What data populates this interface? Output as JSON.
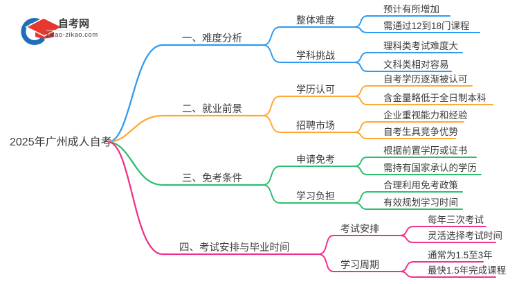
{
  "logo": {
    "title": "自考网",
    "domain": "zikao-zikao.com",
    "brand_blue": "#1d70b8",
    "brand_red": "#e5392f"
  },
  "root": {
    "label": "2025年广州成人自考"
  },
  "branches": [
    {
      "label": "一、难度分析",
      "color": "#2e9af0",
      "children": [
        {
          "label": "整体难度",
          "children": [
            {
              "label": "预计有所增加"
            },
            {
              "label": "需通过12到18门课程"
            }
          ]
        },
        {
          "label": "学科挑战",
          "children": [
            {
              "label": "理科类考试难度大"
            },
            {
              "label": "文科类相对容易"
            }
          ]
        }
      ]
    },
    {
      "label": "二、就业前景",
      "color": "#ffa832",
      "children": [
        {
          "label": "学历认可",
          "children": [
            {
              "label": "自考学历逐渐被认可"
            },
            {
              "label": "含金量略低于全日制本科"
            }
          ]
        },
        {
          "label": "招聘市场",
          "children": [
            {
              "label": "企业重视能力和经验"
            },
            {
              "label": "自考生具竞争优势"
            }
          ]
        }
      ]
    },
    {
      "label": "三、免考条件",
      "color": "#2ebd6e",
      "children": [
        {
          "label": "申请免考",
          "children": [
            {
              "label": "根据前置学历或证书"
            },
            {
              "label": "需持有国家承认的学历"
            }
          ]
        },
        {
          "label": "学习负担",
          "children": [
            {
              "label": "合理利用免考政策"
            },
            {
              "label": "有效规划学习时间"
            }
          ]
        }
      ]
    },
    {
      "label": "四、考试安排与毕业时间",
      "color": "#f0308a",
      "children": [
        {
          "label": "考试安排",
          "children": [
            {
              "label": "每年三次考试"
            },
            {
              "label": "灵活选择考试时间"
            }
          ]
        },
        {
          "label": "学习周期",
          "children": [
            {
              "label": "通常为1.5至3年"
            },
            {
              "label": "最快1.5年完成课程"
            }
          ]
        }
      ]
    }
  ]
}
